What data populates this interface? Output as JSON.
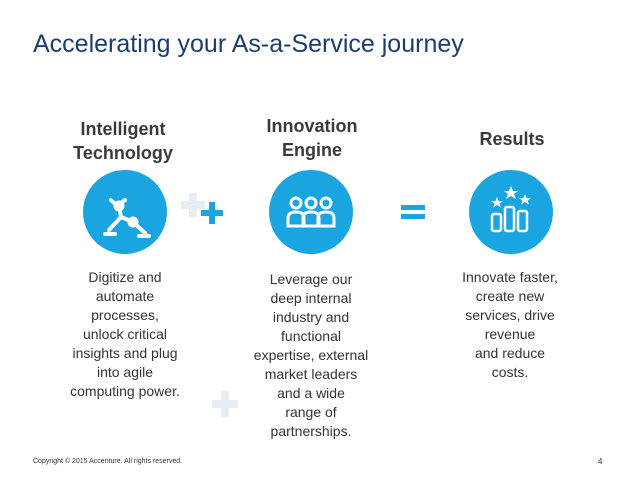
{
  "slide": {
    "title": "Accelerating your As-a-Service journey"
  },
  "columns": [
    {
      "heading_lines": [
        "Intelligent",
        "Technology"
      ],
      "icon": "robot-arm-icon",
      "description_lines": [
        "Digitize and",
        "automate",
        "processes,",
        "unlock critical",
        "insights and plug",
        "into agile",
        "computing power."
      ]
    },
    {
      "heading_lines": [
        "Innovation",
        "Engine"
      ],
      "icon": "people-group-icon",
      "description_lines": [
        "Leverage our",
        "deep internal",
        "industry and",
        "functional",
        "expertise, external",
        "market leaders",
        "and a wide",
        "range of",
        "partnerships."
      ]
    },
    {
      "heading_lines": [
        "Results"
      ],
      "icon": "stars-bar-chart-icon",
      "description_lines": [
        "Innovate faster,",
        "create new",
        "services, drive",
        "revenue",
        "and reduce",
        "costs."
      ]
    }
  ],
  "operators": {
    "plus": "plus-icon",
    "equals": "equals-icon"
  },
  "colors": {
    "accent": "#1ba5e0",
    "title": "#1c3d6e",
    "text": "#333333",
    "ghost": "#e6eef5"
  },
  "footer": {
    "copyright": "Copyright © 2015 Accenture. All rights reserved.",
    "page_number": "4"
  }
}
